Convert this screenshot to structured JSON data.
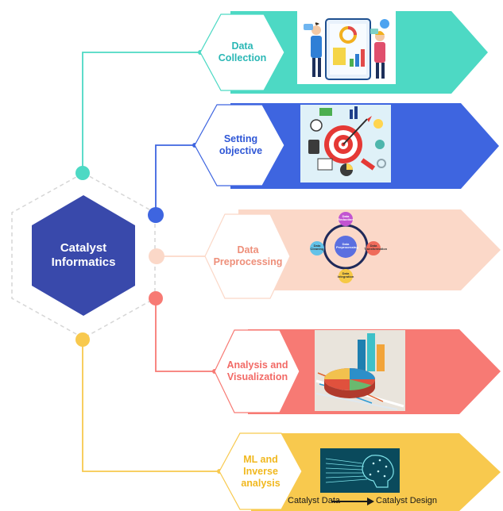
{
  "center": {
    "label": "Catalyst\nInformatics"
  },
  "steps": [
    {
      "label": "Data\nCollection",
      "color": "#4dd9c4",
      "text_color": "#2ab7b5",
      "icon": "data-collection-illustration"
    },
    {
      "label": "Setting\nobjective",
      "color": "#3e65e0",
      "text_color": "#2f57d6",
      "icon": "target-illustration"
    },
    {
      "label": "Data\nPreprocessing",
      "color": "#fbd8c8",
      "text_color": "#ee8f7a",
      "icon": "preprocessing-cycle-diagram"
    },
    {
      "label": "Analysis and\nVisualization",
      "color": "#f77a74",
      "text_color": "#f26a66",
      "icon": "3d-chart-illustration"
    },
    {
      "label": "ML and\nInverse\nanalysis",
      "color": "#f8c94e",
      "text_color": "#f1b81f",
      "icon": "ai-head-illustration"
    }
  ],
  "preprocessing_cycle": {
    "center": "Data\nPreprocessing",
    "nodes": [
      "Data\nReduction",
      "Data\nTransformation",
      "Data\nIntegration",
      "Data\nCleaning"
    ]
  },
  "ml_flow": {
    "from": "Catalyst Data",
    "to": "Catalyst Design"
  },
  "colors": {
    "center_fill": "#3949ab",
    "connector_teal": "#4dd9c4",
    "connector_blue": "#3e65e0",
    "connector_peach": "#fbd8c8",
    "connector_red": "#f77a74",
    "connector_yellow": "#f8c94e"
  }
}
